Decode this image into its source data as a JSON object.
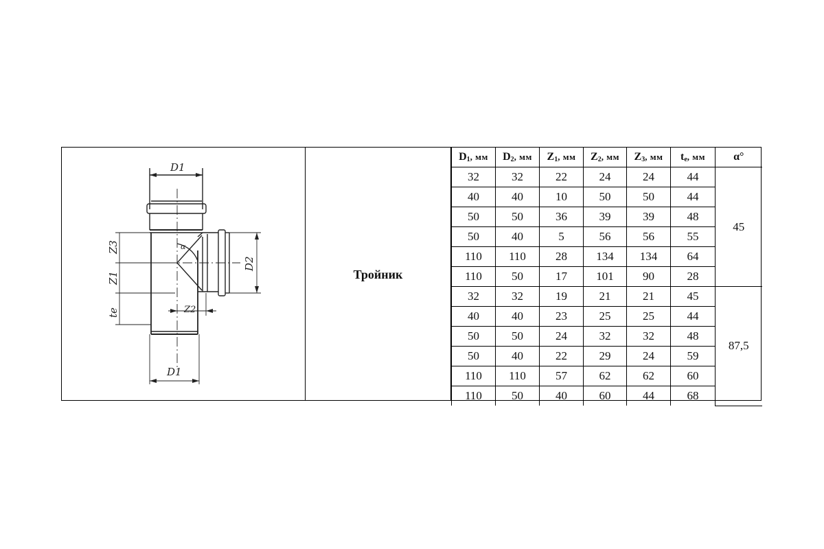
{
  "drawing": {
    "labels": {
      "d1_top": "D1",
      "d1_bottom": "D1",
      "d2": "D2",
      "z1": "Z1",
      "z2": "Z2",
      "z3": "Z3",
      "te": "te",
      "alpha": "α"
    }
  },
  "product": {
    "name": "Тройник"
  },
  "table": {
    "headers": [
      {
        "sym": "D",
        "sub": "1",
        "unit": ", мм"
      },
      {
        "sym": "D",
        "sub": "2",
        "unit": ", мм"
      },
      {
        "sym": "Z",
        "sub": "1",
        "unit": ", мм"
      },
      {
        "sym": "Z",
        "sub": "2",
        "unit": ", мм"
      },
      {
        "sym": "Z",
        "sub": "3",
        "unit": ", мм"
      },
      {
        "sym": "t",
        "sub": "e",
        "unit": ", мм"
      },
      {
        "sym": "α°",
        "sub": "",
        "unit": ""
      }
    ],
    "groups": [
      {
        "angle": "45",
        "rows": [
          [
            "32",
            "32",
            "22",
            "24",
            "24",
            "44"
          ],
          [
            "40",
            "40",
            "10",
            "50",
            "50",
            "44"
          ],
          [
            "50",
            "50",
            "36",
            "39",
            "39",
            "48"
          ],
          [
            "50",
            "40",
            "5",
            "56",
            "56",
            "55"
          ],
          [
            "110",
            "110",
            "28",
            "134",
            "134",
            "64"
          ],
          [
            "110",
            "50",
            "17",
            "101",
            "90",
            "28"
          ]
        ]
      },
      {
        "angle": "87,5",
        "rows": [
          [
            "32",
            "32",
            "19",
            "21",
            "21",
            "45"
          ],
          [
            "40",
            "40",
            "23",
            "25",
            "25",
            "44"
          ],
          [
            "50",
            "50",
            "24",
            "32",
            "32",
            "48"
          ],
          [
            "50",
            "40",
            "22",
            "29",
            "24",
            "59"
          ],
          [
            "110",
            "110",
            "57",
            "62",
            "62",
            "60"
          ],
          [
            "110",
            "50",
            "40",
            "60",
            "44",
            "68"
          ]
        ]
      }
    ]
  }
}
